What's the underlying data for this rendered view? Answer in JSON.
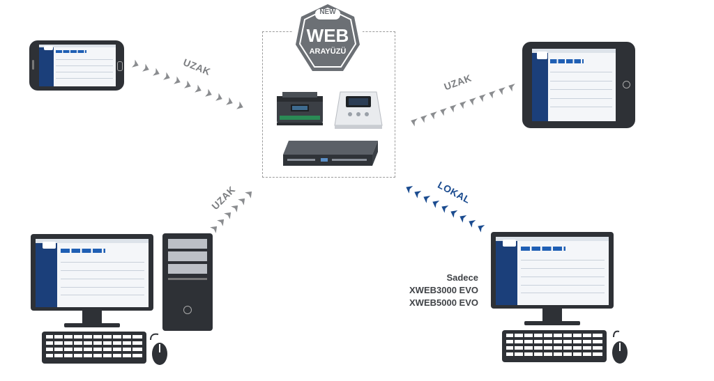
{
  "badge": {
    "new_label": "NEW",
    "title": "WEB",
    "subtitle": "ARAYÜZÜ"
  },
  "connections": {
    "phone": "UZAK",
    "tablet": "UZAK",
    "desktop_left": "UZAK",
    "desktop_right": "LOKAL"
  },
  "note": {
    "line1": "Sadece",
    "line2": "XWEB3000 EVO",
    "line3": "XWEB5000 EVO"
  },
  "colors": {
    "remote": "#8a8c8f",
    "local": "#1a4b8f",
    "device_body": "#2f3338",
    "badge": "#6c7075"
  }
}
